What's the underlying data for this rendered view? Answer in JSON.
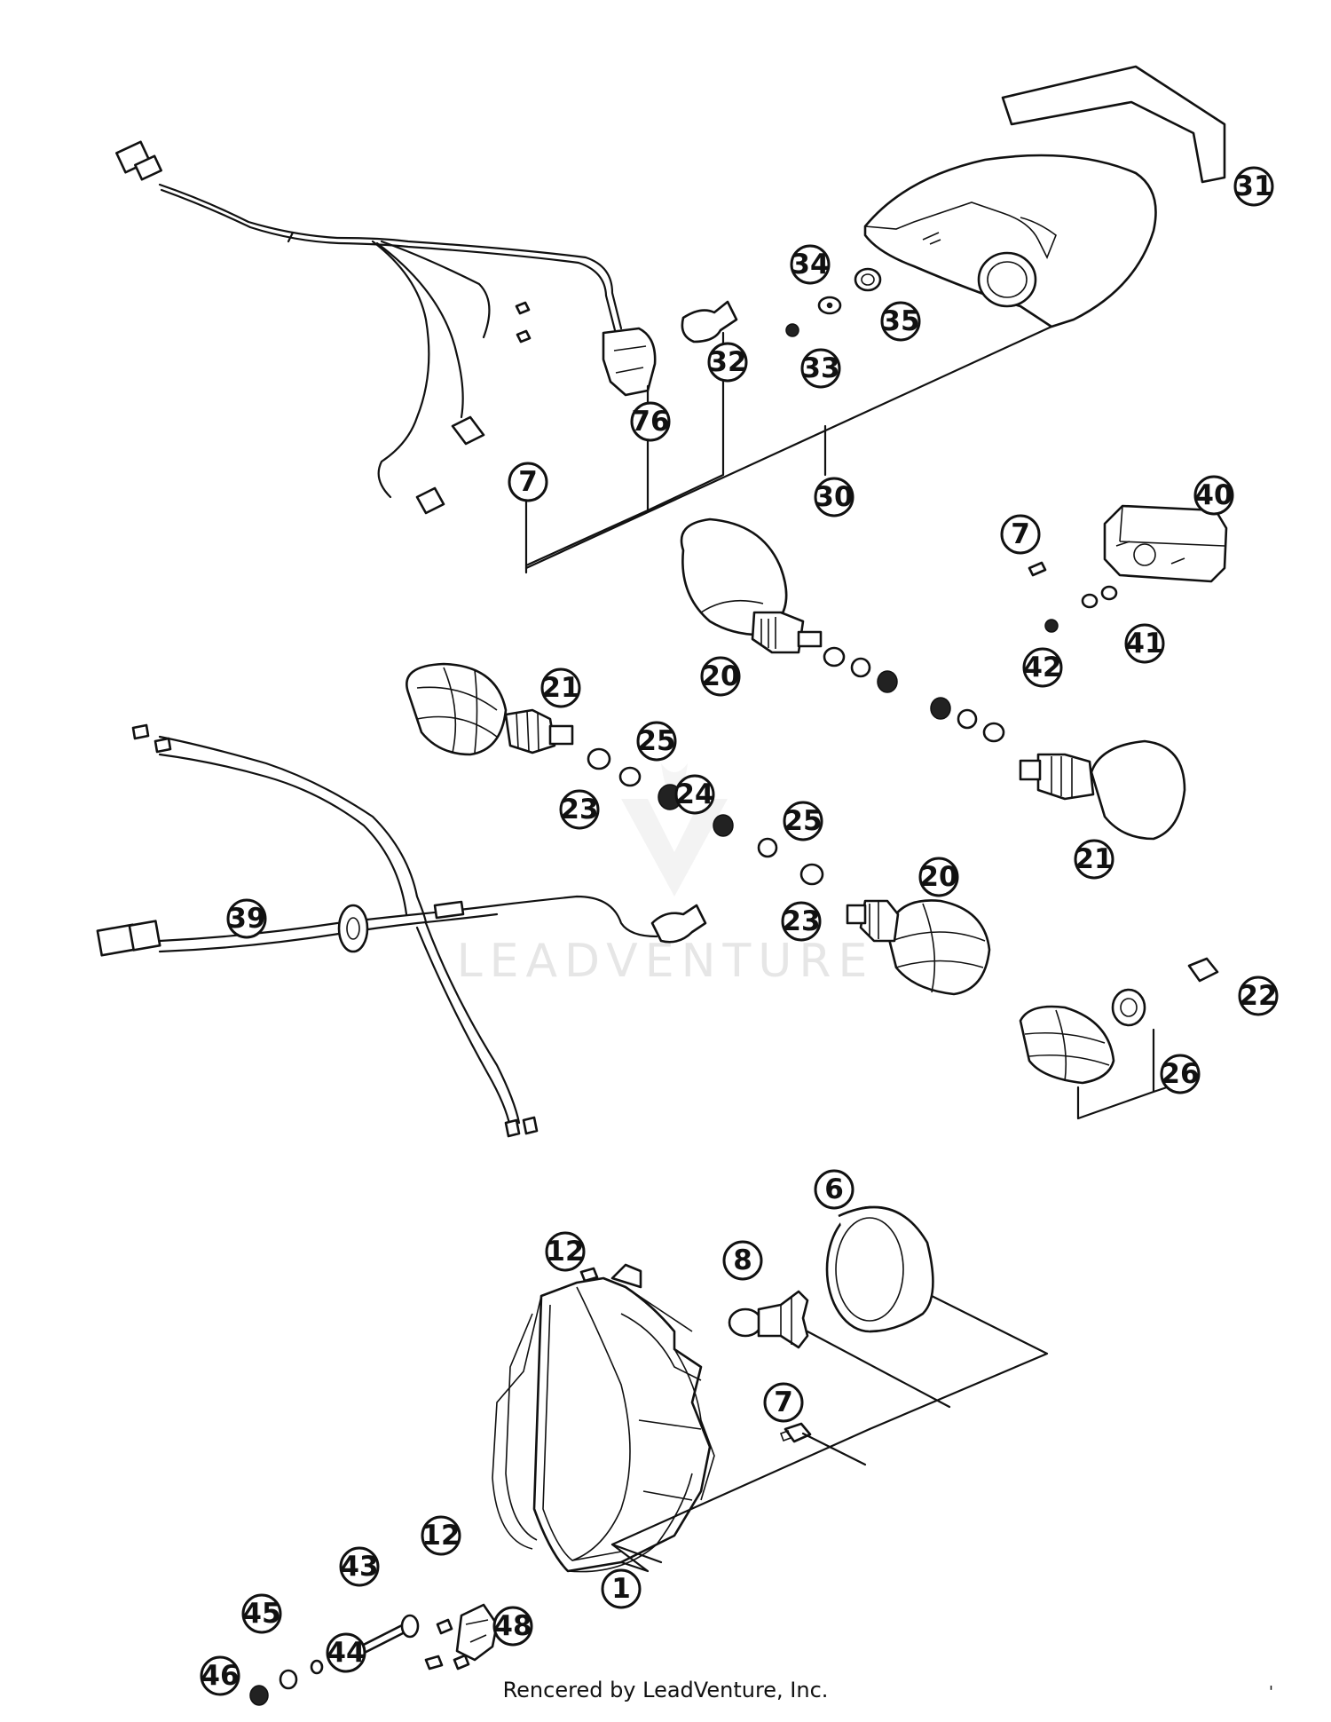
{
  "watermark": "LEADVENTURE",
  "footer": "Rencered by LeadVenture, Inc.",
  "corner_mark": "'",
  "callouts": {
    "c31": "31",
    "c34": "34",
    "c35": "35",
    "c33": "33",
    "c32": "32",
    "c76": "76",
    "c30": "30",
    "c7a": "7",
    "c40": "40",
    "c7b": "7",
    "c41": "41",
    "c42": "42",
    "c21a": "21",
    "c20a": "20",
    "c25a": "25",
    "c24": "24",
    "c23a": "23",
    "c25b": "25",
    "c21b": "21",
    "c20b": "20",
    "c23b": "23",
    "c39": "39",
    "c22": "22",
    "c26": "26",
    "c6": "6",
    "c12a": "12",
    "c8": "8",
    "c7c": "7",
    "c12b": "12",
    "c43": "43",
    "c1": "1",
    "c45": "45",
    "c44": "44",
    "c48": "48",
    "c46": "46"
  }
}
